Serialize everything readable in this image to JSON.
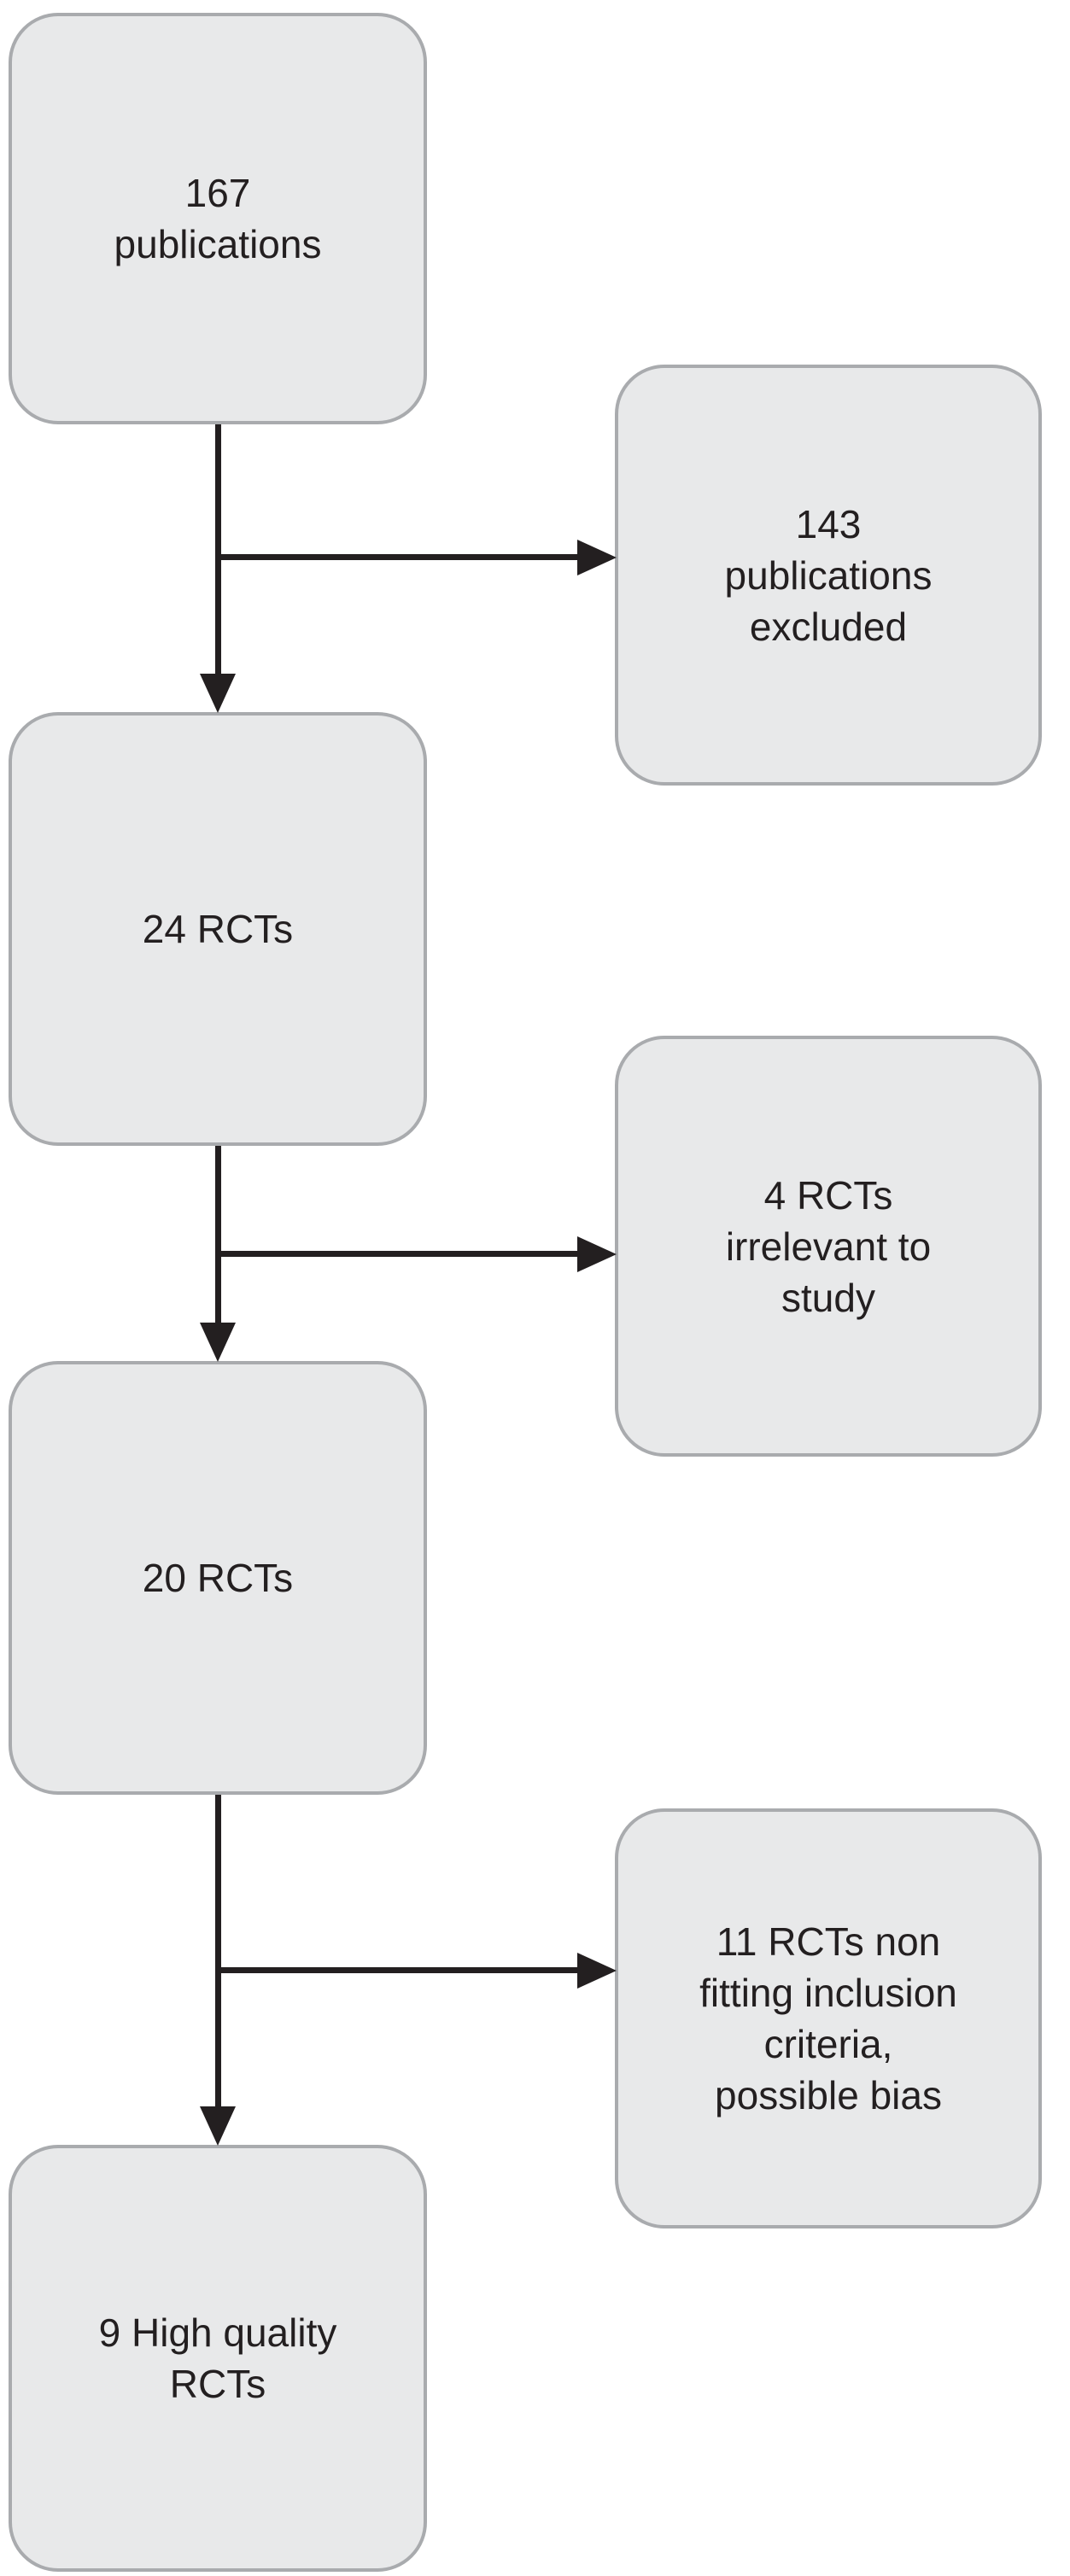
{
  "diagram": {
    "type": "flowchart",
    "colors": {
      "background": "#ffffff",
      "box_fill": "#e8e9ea",
      "box_border": "#a9abae",
      "arrow": "#231f20",
      "text": "#231f20"
    },
    "main_boxes": [
      {
        "id": "publications-total",
        "lines": [
          "167",
          "publications"
        ]
      },
      {
        "id": "rcts-24",
        "lines": [
          "24 RCTs"
        ]
      },
      {
        "id": "rcts-20",
        "lines": [
          "20 RCTs"
        ]
      },
      {
        "id": "high-quality-rcts",
        "lines": [
          "9 High quality",
          "RCTs"
        ]
      }
    ],
    "side_boxes": [
      {
        "id": "publications-excluded",
        "lines": [
          "143",
          "publications",
          "excluded"
        ]
      },
      {
        "id": "rcts-irrelevant",
        "lines": [
          "4 RCTs",
          "irrelevant to",
          "study"
        ]
      },
      {
        "id": "rcts-not-fitting",
        "lines": [
          "11 RCTs non",
          "fitting inclusion",
          "criteria,",
          "possible bias"
        ]
      }
    ]
  }
}
